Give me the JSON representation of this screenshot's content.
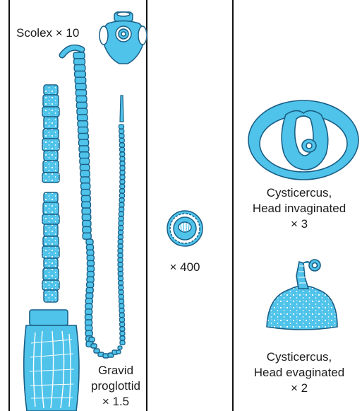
{
  "colors": {
    "fill": "#4fc3ea",
    "stroke": "#1a5f86",
    "speckle": "#ffffff",
    "frame": "#111111",
    "text": "#1c1c1c"
  },
  "panels": {
    "left": {
      "scolex": {
        "text": "Scolex",
        "mag": "× 10"
      },
      "gravid": {
        "line1": "Gravid",
        "line2": "proglottid",
        "mag": "× 1.5"
      }
    },
    "middle": {
      "egg": {
        "mag": "× 400"
      }
    },
    "right": {
      "invaginated": {
        "line1": "Cysticercus,",
        "line2": "Head invaginated",
        "mag": "× 3"
      },
      "evaginated": {
        "line1": "Cysticercus,",
        "line2": "Head evaginated",
        "mag": "× 2"
      }
    }
  }
}
